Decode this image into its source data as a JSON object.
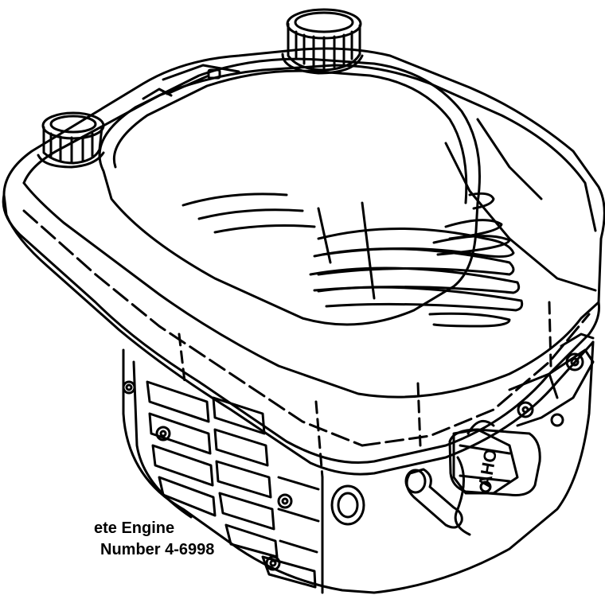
{
  "caption": {
    "line1": "ete Engine",
    "line2": "Number 4-6998"
  },
  "decal": {
    "text": "AHO"
  },
  "colors": {
    "ink": "#000000",
    "paper": "#ffffff"
  }
}
